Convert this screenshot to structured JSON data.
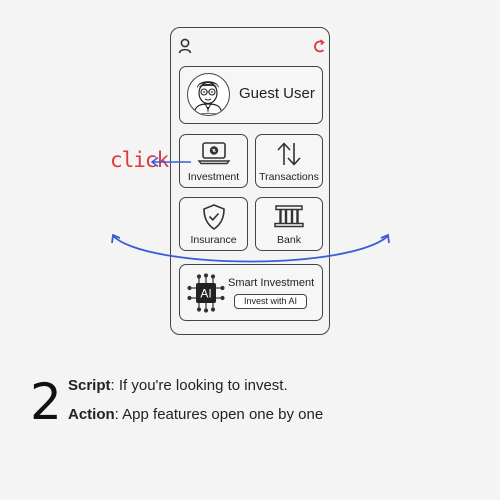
{
  "user": {
    "name": "Guest User"
  },
  "tiles": [
    {
      "label": "Investment",
      "icon": "investment-laptop-icon"
    },
    {
      "label": "Transactions",
      "icon": "transfer-arrows-icon"
    },
    {
      "label": "Insurance",
      "icon": "shield-check-icon"
    },
    {
      "label": "Bank",
      "icon": "bank-building-icon"
    }
  ],
  "smart": {
    "title": "Smart Investment",
    "button_label": "Invest with AI",
    "chip_text": "AI",
    "icon": "ai-chip-icon"
  },
  "annotation": {
    "click_text": "click"
  },
  "caption": {
    "step_number": "2",
    "script_label": "Script",
    "script_text": ": If you're looking to invest.",
    "action_label": "Action",
    "action_text": ": App features open one by one"
  },
  "colors": {
    "annotation_red": "#e0383e",
    "arrow_blue": "#3b5bdb",
    "outline": "#444444",
    "background": "#f4f4f4"
  }
}
